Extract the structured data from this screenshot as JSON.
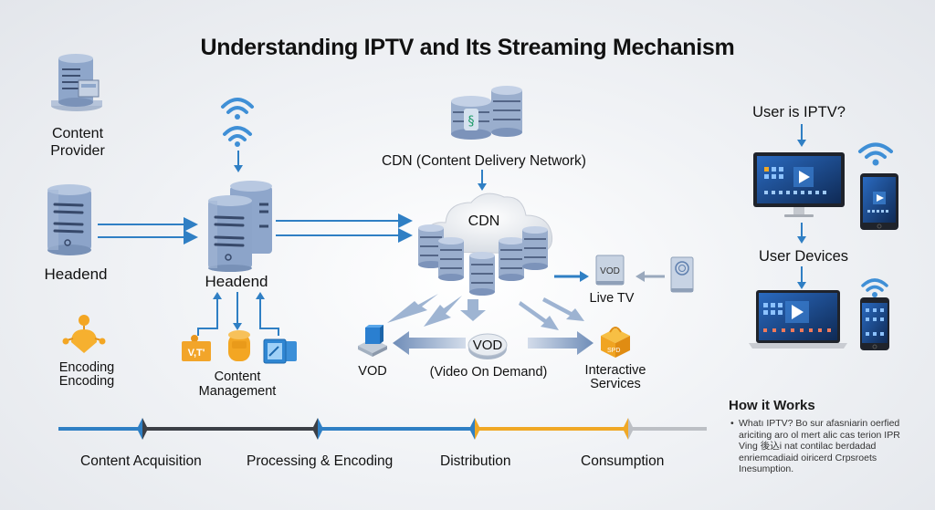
{
  "title": "Understanding IPTV and Its Streaming Mechanism",
  "colors": {
    "arrow_blue": "#2f7fc4",
    "server_blue": "#8fa6c9",
    "accent_orange": "#f0a825",
    "timeline_dark": "#3b3f46",
    "timeline_gray": "#bcbfc4"
  },
  "left_column": {
    "content_provider": {
      "line1": "Content",
      "line2": "Provider",
      "icon": "database-server-icon"
    },
    "headend_left": {
      "label": "Headend",
      "icon": "server-icon"
    },
    "encoding": {
      "line1": "Encoding",
      "line2": "Encoding",
      "icon": "encoding-node-icon"
    }
  },
  "middle_left": {
    "headend": {
      "label": "Headend",
      "icon": "server-stack-icon",
      "signal_icon": "wifi-icon"
    },
    "content_management": {
      "line1": "Content",
      "line2": "Management",
      "icons": [
        "media-tag-icon",
        "storage-drum-icon",
        "content-window-icon"
      ]
    }
  },
  "cdn": {
    "header_label": "CDN (Content Delivery Network)",
    "cloud_label": "CDN",
    "icon": "cdn-database-icon",
    "vod_center": {
      "badge": "VOD",
      "label": "(Video On Demand)"
    },
    "vod_left": {
      "label": "VOD",
      "icon": "vod-cube-icon"
    },
    "interactive": {
      "line1": "Interactive",
      "line2": "Services",
      "icon": "service-box-icon"
    },
    "live_tv": {
      "badge": "VOD",
      "label": "Live TV",
      "source_icon": "set-top-box-icon"
    }
  },
  "right_column": {
    "question": "User is IPTV?",
    "devices_label": "User Devices",
    "devices": [
      "desktop-monitor",
      "tablet",
      "laptop",
      "smartphone"
    ]
  },
  "how_it_works": {
    "title": "How it Works",
    "body": "Whatı IPTV? Bo sur afasniarin oerfied ariciting aro ol mert alic cas terion IPR Ving 後込i nat contilac berdadad enriemcadiaid oiricerd Crpsroets Inesumption."
  },
  "timeline": {
    "stages": [
      "Content Acquisition",
      "Processing & Encoding",
      "Distribution",
      "Consumption"
    ]
  }
}
